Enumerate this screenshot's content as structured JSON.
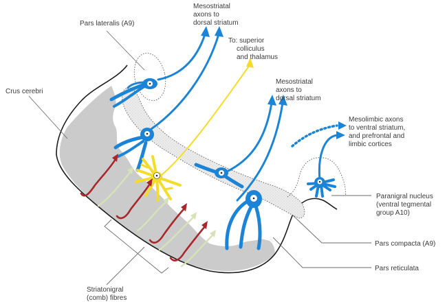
{
  "title": "Substantia nigra organization diagram",
  "colors": {
    "dopaminergic_neuron": "#1b84d6",
    "gabaergic_neuron": "#f3dc2c",
    "striatonigral_fibre": "#a8272b",
    "comb_fibre_pale": "#d7e2b8",
    "crus_cerebri": "#c9c9c9",
    "pars_compacta_stipple": "#e6e6e6"
  },
  "labels": {
    "pars_lateralis": "Pars lateralis (A9)",
    "mesostriatal_top": [
      "Mesostriatal",
      "axons to",
      "dorsal striatum"
    ],
    "superior_colliculus": [
      "To: superior",
      "colliculus",
      "and thalamus"
    ],
    "crus_cerebri": "Crus cerebri",
    "mesostriatal_mid": [
      "Mesostriatal",
      "axons to",
      "dorsal striatum"
    ],
    "mesolimbic": [
      "Mesolimbic axons",
      "to ventral striatum,",
      "and prefrontal and",
      "limbic cortices"
    ],
    "paranigral": [
      "Paranigral nucleus",
      "(ventral tegmental",
      "group A10)"
    ],
    "pars_compacta": "Pars compacta (A9)",
    "pars_reticulata": "Pars reticulata",
    "striatonigral": [
      "Striatonigral",
      "(comb) fibres"
    ]
  }
}
